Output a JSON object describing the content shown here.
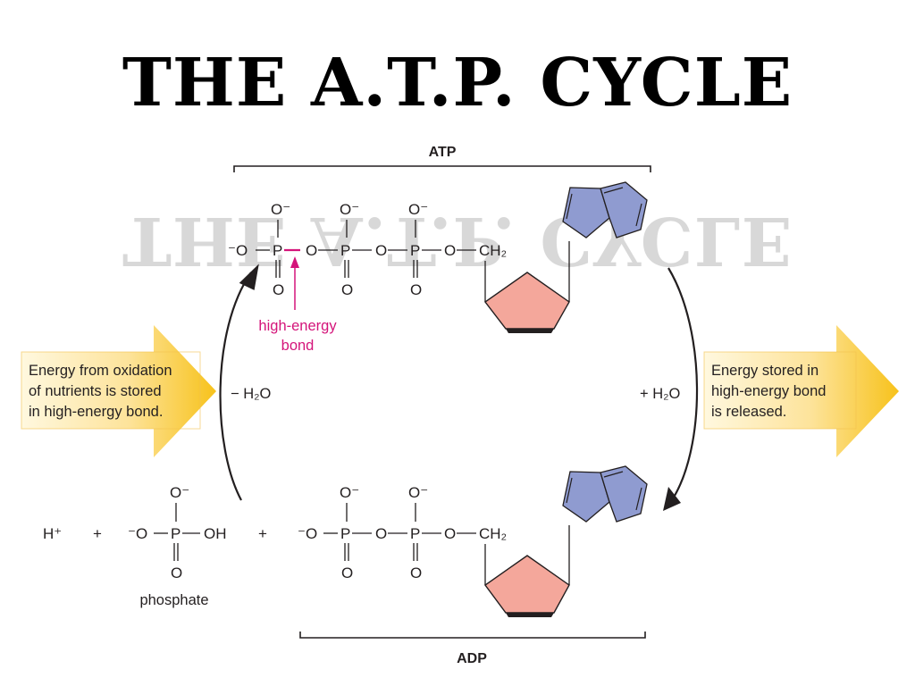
{
  "title": "THE A.T.P.  CYCLE",
  "atp_label": "ATP",
  "adp_label": "ADP",
  "bond_label_line1": "high-energy",
  "bond_label_line2": "bond",
  "left_box": {
    "line1": "Energy from oxidation",
    "line2": "of nutrients is stored",
    "line3": "in high-energy bond."
  },
  "right_box": {
    "line1": "Energy stored in",
    "line2": "high-energy bond",
    "line3": "is released."
  },
  "minus_water": "− H₂O",
  "plus_water": "+ H₂O",
  "phosphate_label": "phosphate",
  "hydrogen_ion": "H⁺",
  "plus_sign": "+",
  "chem": {
    "o_minus": "O⁻",
    "neg_o": "⁻O",
    "p": "P",
    "o": "O",
    "oh": "OH",
    "ch2": "CH₂"
  },
  "colors": {
    "base_blue": "#8f9bd0",
    "sugar_pink": "#f4a79b",
    "bond_magenta": "#d4147a",
    "arrow_yellow": "#f7c21b"
  }
}
